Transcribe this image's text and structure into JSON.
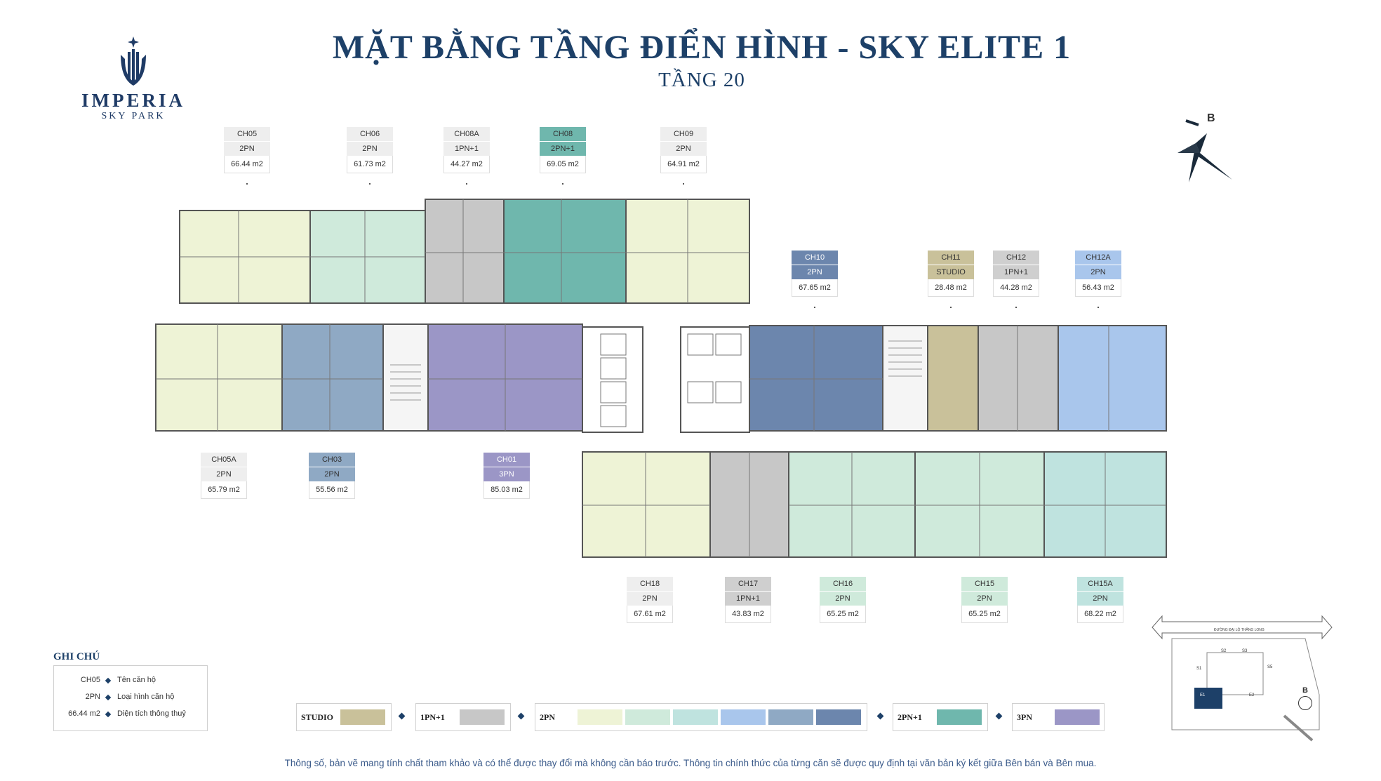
{
  "logo": {
    "brand": "IMPERIA",
    "sub": "SKY PARK"
  },
  "title": "MẶT BẰNG TẦNG ĐIỂN HÌNH - SKY ELITE 1",
  "subtitle": "TẦNG 20",
  "compass_label": "B",
  "colors": {
    "studio": "#c9c19a",
    "one_plus": "#c7c7c7",
    "two_a": "#eef3d6",
    "two_b": "#cfeadb",
    "two_c": "#bfe3df",
    "two_d": "#a9c6ec",
    "two_e": "#8fa9c4",
    "two_f": "#6c86ad",
    "two_plus": "#6fb7ad",
    "three": "#9b96c6",
    "accent": "#1d4068"
  },
  "units": [
    {
      "name": "CH05",
      "type": "2PN",
      "area": "66.44 m2",
      "color": "#eef3d6"
    },
    {
      "name": "CH06",
      "type": "2PN",
      "area": "61.73 m2",
      "color": "#cfeadb"
    },
    {
      "name": "CH08A",
      "type": "1PN+1",
      "area": "44.27 m2",
      "color": "#c7c7c7"
    },
    {
      "name": "CH08",
      "type": "2PN+1",
      "area": "69.05 m2",
      "color": "#6fb7ad"
    },
    {
      "name": "CH09",
      "type": "2PN",
      "area": "64.91 m2",
      "color": "#eef3d6"
    },
    {
      "name": "CH10",
      "type": "2PN",
      "area": "67.65 m2",
      "color": "#6c86ad"
    },
    {
      "name": "CH11",
      "type": "STUDIO",
      "area": "28.48 m2",
      "color": "#c9c19a"
    },
    {
      "name": "CH12",
      "type": "1PN+1",
      "area": "44.28 m2",
      "color": "#c7c7c7"
    },
    {
      "name": "CH12A",
      "type": "2PN",
      "area": "56.43 m2",
      "color": "#a9c6ec"
    },
    {
      "name": "CH05A",
      "type": "2PN",
      "area": "65.79 m2",
      "color": "#eef3d6"
    },
    {
      "name": "CH03",
      "type": "2PN",
      "area": "55.56 m2",
      "color": "#8fa9c4"
    },
    {
      "name": "CH01",
      "type": "3PN",
      "area": "85.03 m2",
      "color": "#9b96c6"
    },
    {
      "name": "CH18",
      "type": "2PN",
      "area": "67.61 m2",
      "color": "#eef3d6"
    },
    {
      "name": "CH17",
      "type": "1PN+1",
      "area": "43.83 m2",
      "color": "#c7c7c7"
    },
    {
      "name": "CH16",
      "type": "2PN",
      "area": "65.25 m2",
      "color": "#cfeadb"
    },
    {
      "name": "CH15",
      "type": "2PN",
      "area": "65.25 m2",
      "color": "#cfeadb"
    },
    {
      "name": "CH15A",
      "type": "2PN",
      "area": "68.22 m2",
      "color": "#bfe3df"
    }
  ],
  "legend": {
    "title": "GHI CHÚ",
    "rows": [
      {
        "key": "CH05",
        "value": "Tên căn hộ"
      },
      {
        "key": "2PN",
        "value": "Loại hình căn hộ"
      },
      {
        "key": "66.44 m2",
        "value": "Diện tích thông thuỷ"
      }
    ]
  },
  "colorbar": {
    "studio": "STUDIO",
    "one_plus": "1PN+1",
    "two": "2PN",
    "two_plus": "2PN+1",
    "three": "3PN"
  },
  "keymap": {
    "road": "ĐƯỜNG ĐẠI LỘ THĂNG LONG",
    "north": "B",
    "labels": [
      "S1",
      "S2",
      "S3",
      "S5",
      "E1",
      "E2"
    ]
  },
  "note": "Thông số, bản vẽ mang tính chất tham khảo và có thể được thay đổi mà không cần báo trước. Thông tin chính thức của từng căn sẽ được quy định tại văn bản ký kết giữa Bên bán và Bên mua."
}
